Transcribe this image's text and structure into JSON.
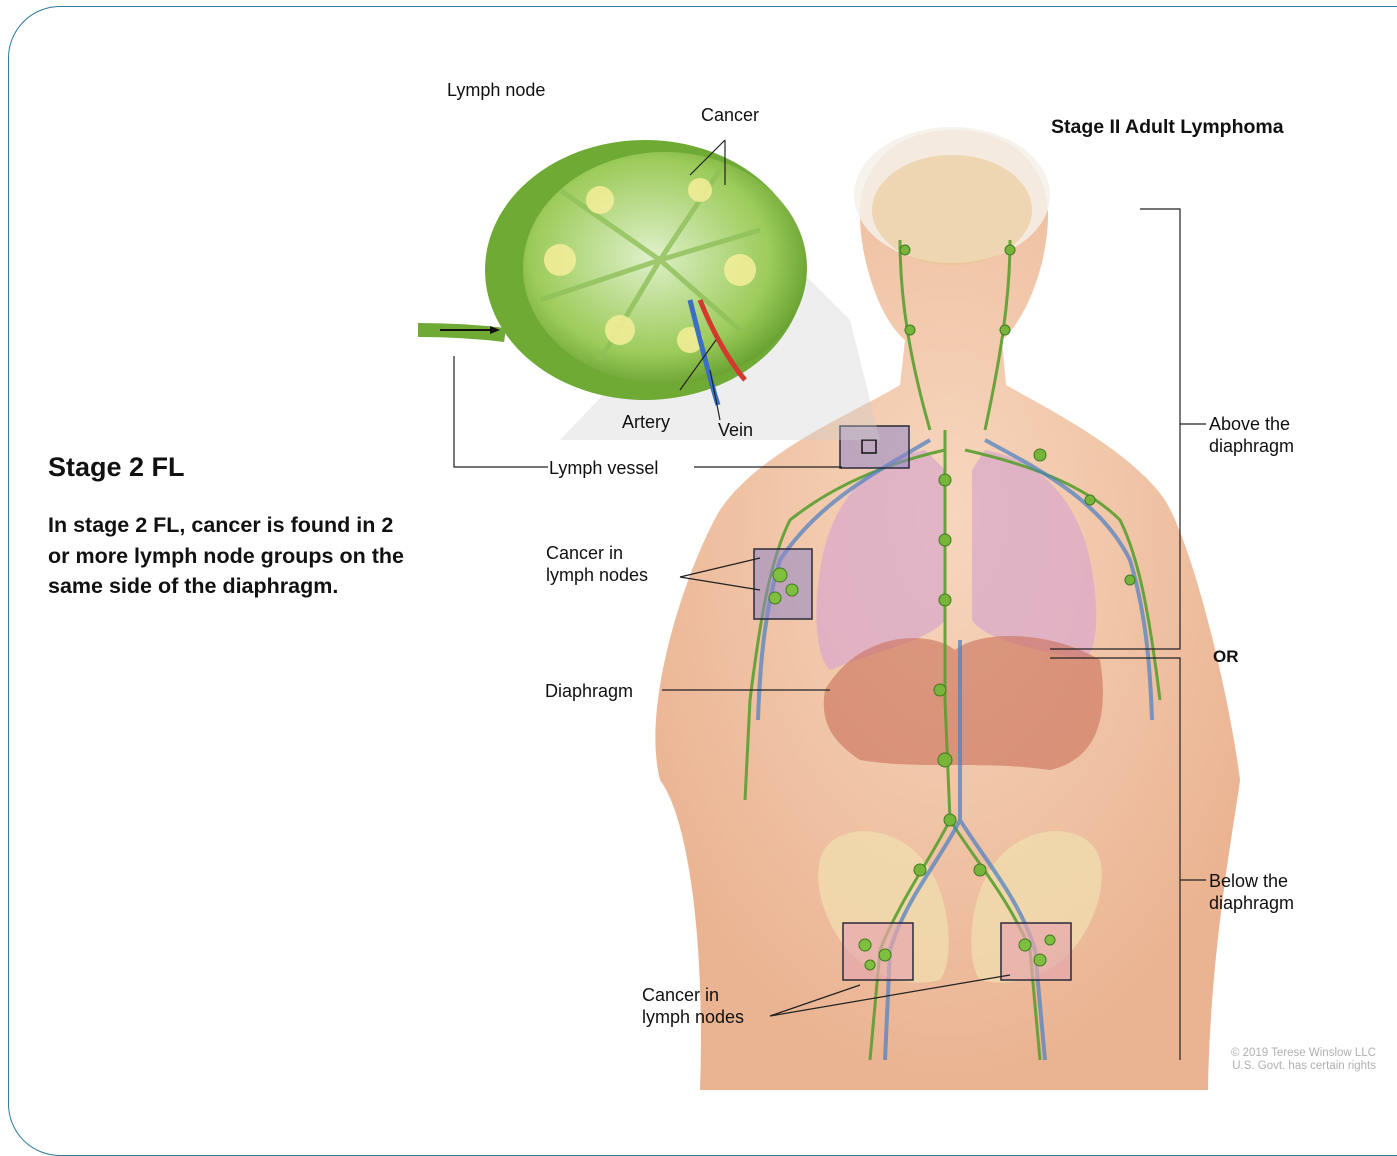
{
  "stage": {
    "heading": "Stage 2 FL",
    "description": "In stage 2 FL, cancer is found in 2 or more lymph node groups on the same side of the diaphragm."
  },
  "figure": {
    "title": "Stage II Adult Lymphoma",
    "labels": {
      "lymph_node": "Lymph node",
      "cancer": "Cancer",
      "artery": "Artery",
      "vein": "Vein",
      "lymph_vessel": "Lymph vessel",
      "cancer_in_lymph_nodes_upper_line1": "Cancer in",
      "cancer_in_lymph_nodes_upper_line2": "lymph nodes",
      "diaphragm": "Diaphragm",
      "above_line1": "Above the",
      "above_line2": "diaphragm",
      "or": "OR",
      "below_line1": "Below the",
      "below_line2": "diaphragm",
      "cancer_in_lymph_nodes_lower_line1": "Cancer in",
      "cancer_in_lymph_nodes_lower_line2": "lymph nodes"
    },
    "copyright_line1": "© 2019 Terese Winslow LLC",
    "copyright_line2": "U.S. Govt. has certain rights"
  },
  "colors": {
    "frame": "#2b7a9c",
    "skin": "#f2c6a6",
    "lymph": "#6fae3a",
    "node_box": "#7a6fb8"
  }
}
